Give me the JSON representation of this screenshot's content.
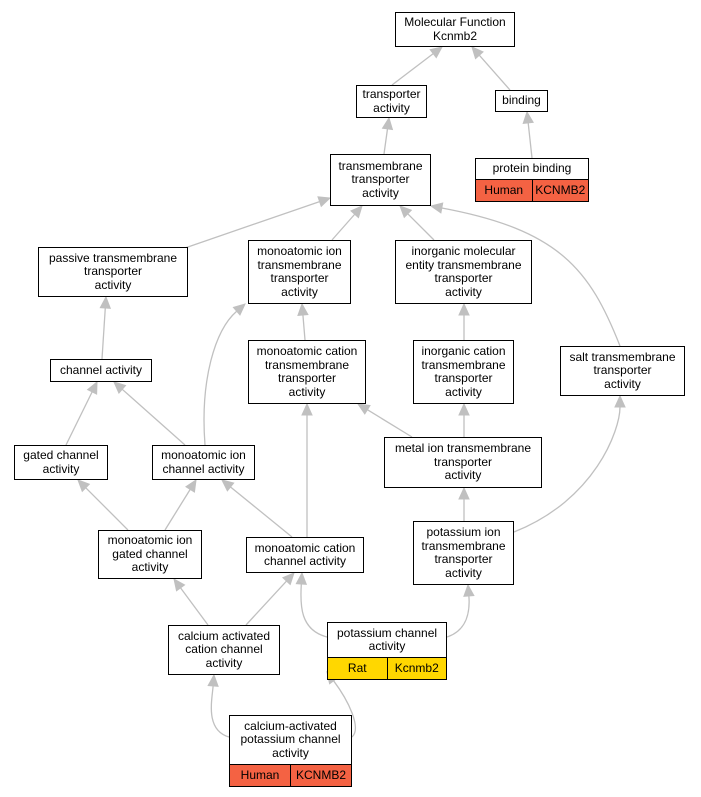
{
  "graph": {
    "edge_color": "#c0c0c0",
    "annotation_colors": {
      "Human": "#f46243",
      "Rat": "#ffd700"
    },
    "nodes": {
      "mf": {
        "label": "Molecular Function\nKcnmb2"
      },
      "transporter": {
        "label": "transporter\nactivity"
      },
      "binding": {
        "label": "binding"
      },
      "protein_binding": {
        "label": "protein binding",
        "species": "Human",
        "gene": "KCNMB2"
      },
      "tm_transporter": {
        "label": "transmembrane\ntransporter\nactivity"
      },
      "passive_tm": {
        "label": "passive transmembrane\ntransporter\nactivity"
      },
      "monoatomic_ion_tm": {
        "label": "monoatomic ion\ntransmembrane\ntransporter\nactivity"
      },
      "inorganic_molecular": {
        "label": "inorganic molecular\nentity transmembrane\ntransporter\nactivity"
      },
      "channel": {
        "label": "channel activity"
      },
      "monoatomic_cation_tm": {
        "label": "monoatomic cation\ntransmembrane\ntransporter\nactivity"
      },
      "inorganic_cation_tm": {
        "label": "inorganic cation\ntransmembrane\ntransporter\nactivity"
      },
      "salt_tm": {
        "label": "salt transmembrane\ntransporter\nactivity"
      },
      "gated_channel": {
        "label": "gated channel\nactivity"
      },
      "monoatomic_ion_channel": {
        "label": "monoatomic ion\nchannel activity"
      },
      "metal_ion_tm": {
        "label": "metal ion transmembrane\ntransporter\nactivity"
      },
      "monoatomic_ion_gated": {
        "label": "monoatomic ion\ngated channel\nactivity"
      },
      "monoatomic_cation_channel": {
        "label": "monoatomic cation\nchannel activity"
      },
      "potassium_ion_tm": {
        "label": "potassium ion\ntransmembrane\ntransporter\nactivity"
      },
      "calcium_activated_cation": {
        "label": "calcium activated\ncation channel\nactivity"
      },
      "potassium_channel": {
        "label": "potassium channel\nactivity",
        "species": "Rat",
        "gene": "Kcnmb2"
      },
      "ca_activated_k_channel": {
        "label": "calcium-activated\npotassium channel\nactivity",
        "species": "Human",
        "gene": "KCNMB2"
      }
    },
    "edges": [
      [
        "transporter",
        "mf"
      ],
      [
        "binding",
        "mf"
      ],
      [
        "protein_binding",
        "binding"
      ],
      [
        "tm_transporter",
        "transporter"
      ],
      [
        "passive_tm",
        "tm_transporter"
      ],
      [
        "monoatomic_ion_tm",
        "tm_transporter"
      ],
      [
        "inorganic_molecular",
        "tm_transporter"
      ],
      [
        "salt_tm",
        "tm_transporter"
      ],
      [
        "channel",
        "passive_tm"
      ],
      [
        "monoatomic_cation_tm",
        "monoatomic_ion_tm"
      ],
      [
        "monoatomic_ion_channel",
        "monoatomic_ion_tm"
      ],
      [
        "inorganic_cation_tm",
        "inorganic_molecular"
      ],
      [
        "gated_channel",
        "channel"
      ],
      [
        "monoatomic_ion_channel",
        "channel"
      ],
      [
        "metal_ion_tm",
        "monoatomic_cation_tm"
      ],
      [
        "metal_ion_tm",
        "inorganic_cation_tm"
      ],
      [
        "monoatomic_cation_channel",
        "monoatomic_cation_tm"
      ],
      [
        "potassium_ion_tm",
        "metal_ion_tm"
      ],
      [
        "potassium_ion_tm",
        "salt_tm"
      ],
      [
        "monoatomic_ion_gated",
        "gated_channel"
      ],
      [
        "monoatomic_ion_gated",
        "monoatomic_ion_channel"
      ],
      [
        "monoatomic_cation_channel",
        "monoatomic_ion_channel"
      ],
      [
        "calcium_activated_cation",
        "monoatomic_ion_gated"
      ],
      [
        "calcium_activated_cation",
        "monoatomic_cation_channel"
      ],
      [
        "potassium_channel",
        "monoatomic_cation_channel"
      ],
      [
        "potassium_channel",
        "potassium_ion_tm"
      ],
      [
        "ca_activated_k_channel",
        "calcium_activated_cation"
      ],
      [
        "ca_activated_k_channel",
        "potassium_channel"
      ]
    ]
  }
}
